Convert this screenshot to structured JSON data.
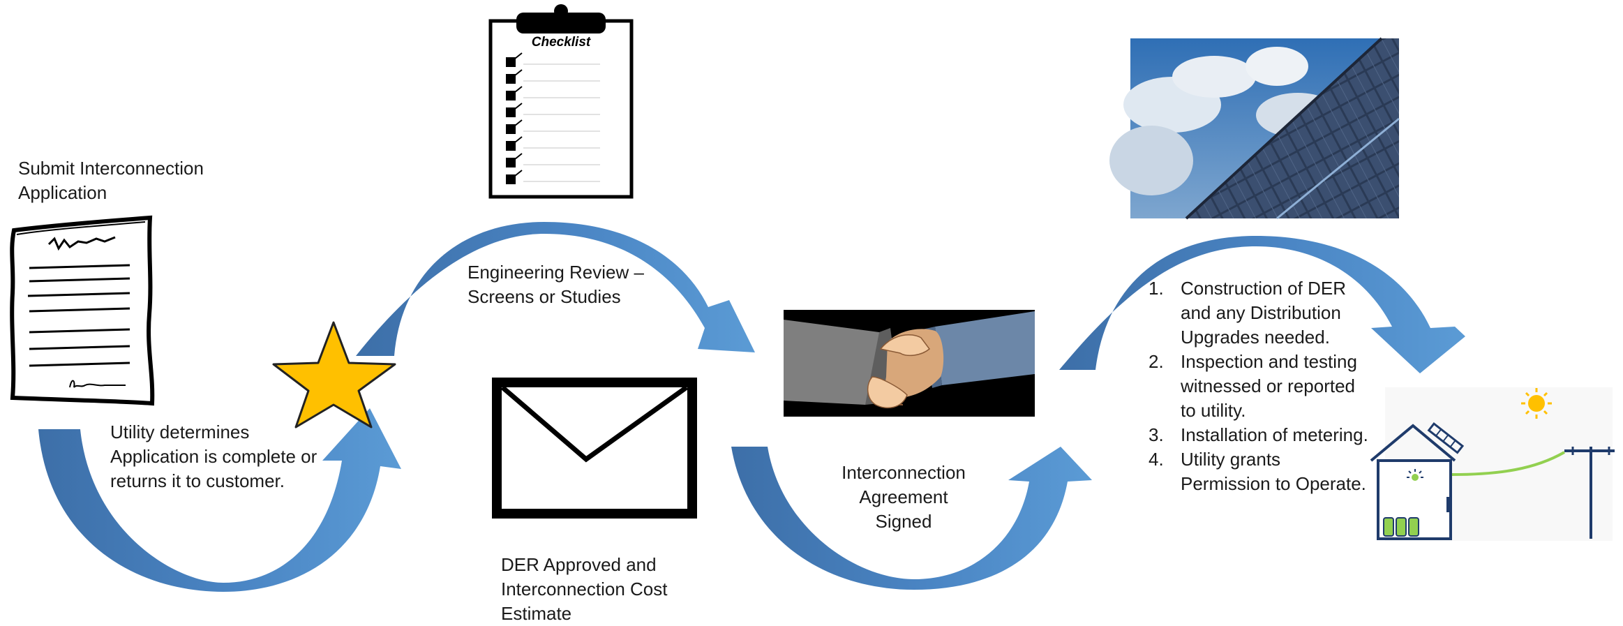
{
  "steps": {
    "submit": "Submit Interconnection\nApplication",
    "utility_determines": "Utility determines\nApplication is complete or\nreturns it to customer.",
    "engineering_review": "Engineering Review –\nScreens or Studies",
    "der_approved": "DER Approved and\nInterconnection Cost\nEstimate",
    "agreement": "Interconnection\nAgreement\nSigned"
  },
  "final_list": [
    {
      "num": "1.",
      "text": "Construction of DER\nand any Distribution\nUpgrades needed."
    },
    {
      "num": "2.",
      "text": "Inspection and testing\nwitnessed or reported\nto utility."
    },
    {
      "num": "3.",
      "text": "Installation of metering."
    },
    {
      "num": "4.",
      "text": "Utility grants\nPermission to Operate."
    }
  ],
  "checklist_title": "Checklist",
  "colors": {
    "arrow_light": "#5b9bd5",
    "arrow_dark": "#3d6fa8",
    "star": "#ffc000",
    "solar_sky": "#3f7fc0",
    "suit_left": "#7f7f7f",
    "suit_right": "#6c87a8",
    "grid_line": "#92d050",
    "sun": "#ffc000"
  },
  "icons": [
    "document-icon",
    "star-icon",
    "checklist-icon",
    "envelope-icon",
    "handshake-icon",
    "solar-panel-image",
    "house-grid-icon"
  ]
}
